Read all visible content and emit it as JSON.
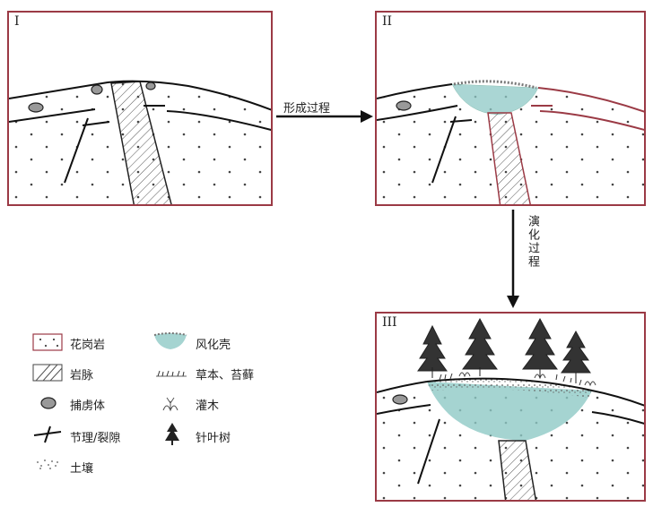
{
  "panels": [
    {
      "label": "I"
    },
    {
      "label": "II"
    },
    {
      "label": "III"
    }
  ],
  "flows": {
    "formation": "形成过程",
    "evolution": "演化过程"
  },
  "legend": {
    "granite": "花岗岩",
    "dike": "岩脉",
    "xenolith": "捕虏体",
    "joint": "节理/裂隙",
    "soil": "土壤",
    "weathering_crust": "风化壳",
    "grass_moss": "草本、苔藓",
    "shrub": "灌木",
    "conifer": "针叶树"
  },
  "colors": {
    "border": "#9b3a45",
    "weathering": "#8ec9c6",
    "line": "#111111"
  }
}
